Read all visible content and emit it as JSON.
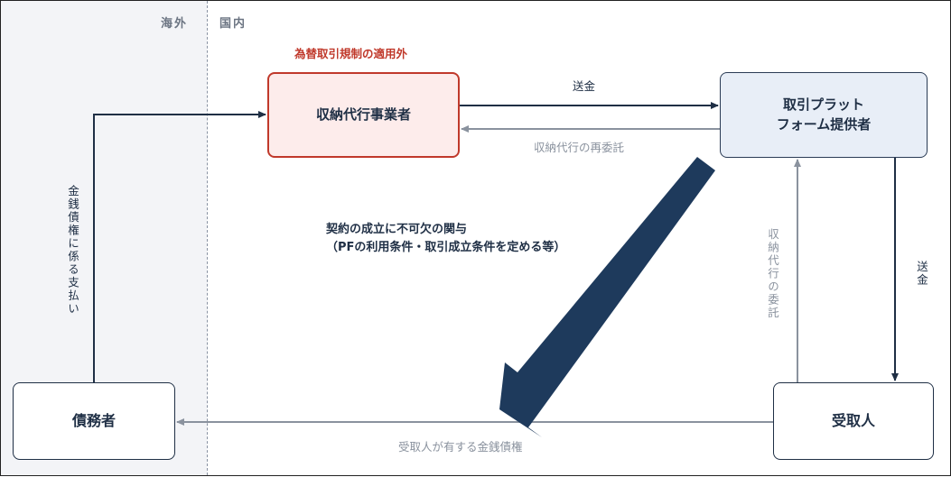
{
  "regions": {
    "overseas": "海外",
    "domestic": "国内"
  },
  "boxes": {
    "agent": "収納代行事業者",
    "platform_line1": "取引プラット",
    "platform_line2": "フォーム提供者",
    "debtor": "債務者",
    "recipient": "受取人"
  },
  "notes": {
    "forex_exempt": "為替取引規制の適用外"
  },
  "arrows": {
    "remit_top": "送金",
    "redelegation": "収納代行の再委託",
    "payment_debt": "金銭債権に係る支払い",
    "delegation": "収納代行の委託",
    "remit_right": "送金",
    "recipient_claim": "受取人が有する金銭債権"
  },
  "contract": {
    "line1": "契約の成立に不可欠の関与",
    "line2": "（PFの利用条件・取引成立条件を定める等）"
  },
  "colors": {
    "navy": "#1f2f45",
    "red": "#c0392b",
    "gray": "#8a929e",
    "big_arrow": "#1e3a5c"
  }
}
